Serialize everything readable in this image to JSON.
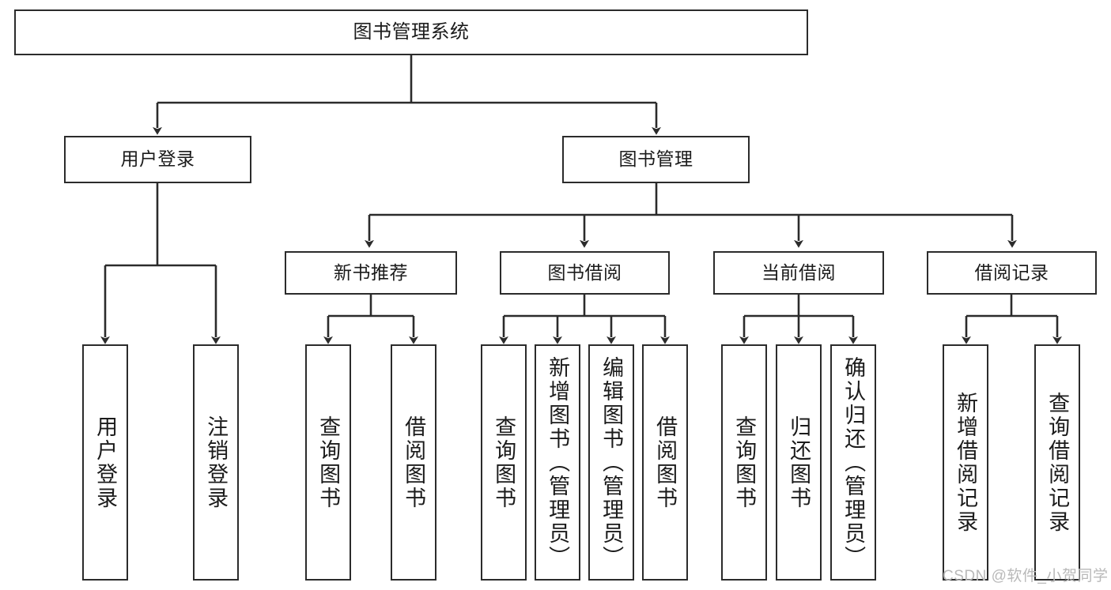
{
  "diagram": {
    "title": "图书管理系统",
    "type": "tree-hierarchy",
    "watermark": "CSDN @软件_小贺同学",
    "colors": {
      "stroke": "#2b2b2b",
      "fill": "#ffffff",
      "text": "#1b1b1b",
      "watermark": "#b9b9b9"
    },
    "nodes": {
      "root": {
        "label": "图书管理系统",
        "orientation": "horizontal"
      },
      "user_login": {
        "label": "用户登录",
        "orientation": "horizontal"
      },
      "book_manage": {
        "label": "图书管理",
        "orientation": "horizontal"
      },
      "new_book_rec": {
        "label": "新书推荐",
        "orientation": "horizontal"
      },
      "book_borrow": {
        "label": "图书借阅",
        "orientation": "horizontal"
      },
      "current_borrow": {
        "label": "当前借阅",
        "orientation": "horizontal"
      },
      "borrow_record": {
        "label": "借阅记录",
        "orientation": "horizontal"
      },
      "leaf_user_login": {
        "label": "用户登录",
        "orientation": "vertical"
      },
      "leaf_logout": {
        "label": "注销登录",
        "orientation": "vertical"
      },
      "leaf_query_book_1": {
        "label": "查询图书",
        "orientation": "vertical"
      },
      "leaf_borrow_book_1": {
        "label": "借阅图书",
        "orientation": "vertical"
      },
      "leaf_query_book_2": {
        "label": "查询图书",
        "orientation": "vertical"
      },
      "leaf_add_book": {
        "label": "新增图书（管理员）",
        "orientation": "vertical"
      },
      "leaf_edit_book": {
        "label": "编辑图书（管理员）",
        "orientation": "vertical"
      },
      "leaf_borrow_book_2": {
        "label": "借阅图书",
        "orientation": "vertical"
      },
      "leaf_query_book_3": {
        "label": "查询图书",
        "orientation": "vertical"
      },
      "leaf_return_book": {
        "label": "归还图书",
        "orientation": "vertical"
      },
      "leaf_confirm_return": {
        "label": "确认归还（管理员）",
        "orientation": "vertical"
      },
      "leaf_add_record": {
        "label": "新增借阅记录",
        "orientation": "vertical"
      },
      "leaf_query_record": {
        "label": "查询借阅记录",
        "orientation": "vertical"
      }
    }
  }
}
